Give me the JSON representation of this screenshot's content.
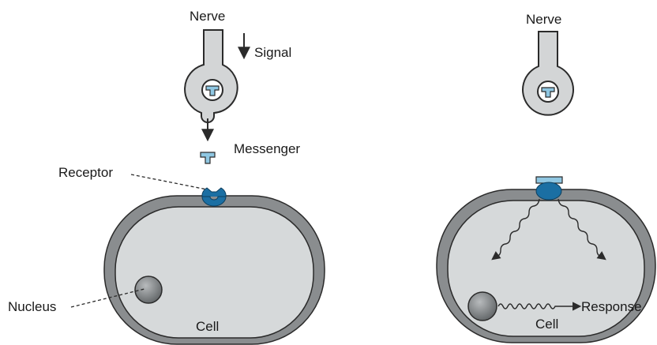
{
  "left_panel": {
    "nerve_label": "Nerve",
    "signal_label": "Signal",
    "messenger_label": "Messenger",
    "receptor_label": "Receptor",
    "nucleus_label": "Nucleus",
    "cell_label": "Cell"
  },
  "right_panel": {
    "nerve_label": "Nerve",
    "response_label": "Response",
    "cell_label": "Cell"
  },
  "colors": {
    "cell_membrane": "#8a8d8f",
    "cell_interior": "#d6d9da",
    "nerve_fill": "#d3d5d6",
    "outline": "#2b2b2b",
    "receptor": "#1b6fa3",
    "messenger": "#8fc7e2",
    "nucleus": "#7e8284"
  }
}
